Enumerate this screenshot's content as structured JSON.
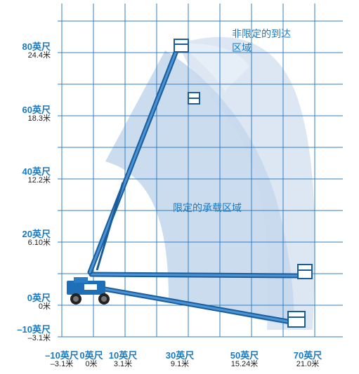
{
  "zones": {
    "unrestricted_line1": "非限定的到达",
    "unrestricted_line2": "区域",
    "restricted": "限定的承载区域"
  },
  "y_axis": [
    {
      "ft": "80英尺",
      "m": "24.4米"
    },
    {
      "ft": "60英尺",
      "m": "18.3米"
    },
    {
      "ft": "40英尺",
      "m": "12.2米"
    },
    {
      "ft": "20英尺",
      "m": "6.10米"
    },
    {
      "ft": "0英尺",
      "m": "0米"
    },
    {
      "ft": "–10英尺",
      "m": "–3.1米"
    }
  ],
  "x_axis": [
    {
      "ft": "–10英尺",
      "m": "–3.1米"
    },
    {
      "ft": "0英尺",
      "m": "0米"
    },
    {
      "ft": "10英尺",
      "m": "3.1米"
    },
    {
      "ft": "30英尺",
      "m": "9.1米"
    },
    {
      "ft": "50英尺",
      "m": "15.24米"
    },
    {
      "ft": "70英尺",
      "m": "21.0米"
    }
  ],
  "colors": {
    "grid": "#2f7fc4",
    "zone_outer": "#dde7f3",
    "zone_inner": "#c3d6ec",
    "boom": "#2b7cc6",
    "boom_dark": "#1b5d9a",
    "machine": "#1e6fb8",
    "label": "#1a7ac0"
  }
}
